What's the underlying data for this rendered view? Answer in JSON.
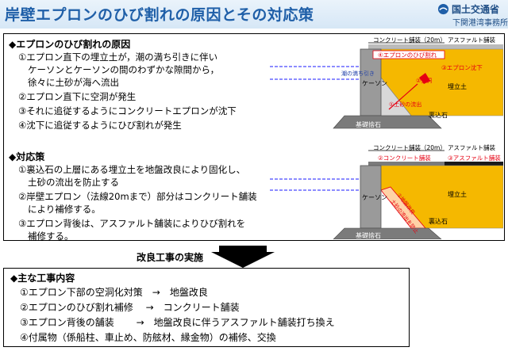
{
  "header": {
    "title": "岸壁エプロンのひび割れの原因とその対応策",
    "ministry": "国土交通省",
    "office": "下関港湾事務所"
  },
  "causes": {
    "heading": "◆エプロンのひび割れの原因",
    "items": [
      "①エプロン直下の埋立土が，潮の満ち引きに伴い",
      "ケーソンとケーソンの間のわずかな隙間から，",
      "徐々に土砂が海へ流出",
      "②エプロン直下に空洞が発生",
      "③それに追従するようにコンクリートエプロンが沈下",
      "④沈下に追従するようにひび割れが発生"
    ]
  },
  "measures": {
    "heading": "◆対応策",
    "items": [
      "①裏込石の上層にある埋立土を地盤改良により固化し、",
      "土砂の流出を防止する",
      "②岸壁エプロン（法線20mまで）部分はコンクリート舗装",
      "により補修する。",
      "③エプロン背後は、アスファルト舗装によりひび割れを",
      "補修する。"
    ]
  },
  "diagram1": {
    "concrete_label": "コンクリート舗装（20m）",
    "asphalt_label": "アスファルト舗装",
    "crack_label": "④エプロンのひび割れ",
    "sink_label": "③エプロン沈下",
    "cavity_label": "②空洞",
    "outflow_label": "①土砂の流出",
    "tide_label": "潮の満ち引き",
    "caisson_label": "ケーソン",
    "fill_label": "埋立土",
    "backfill_label": "裏込石",
    "foundation_label": "基礎捨石"
  },
  "diagram2": {
    "concrete_label": "コンクリート舗装（20m）",
    "asphalt_label": "アスファルト舗装",
    "repair_concrete_label": "②コンクリート舗装",
    "repair_asphalt_label": "③アスファルト舗装",
    "improve_label_1": "①地盤改良",
    "improve_label_2": "土砂の流出を防止",
    "caisson_label": "ケーソン",
    "fill_label": "埋立土",
    "backfill_label": "裏込石",
    "foundation_label": "基礎捨石"
  },
  "transition": {
    "label": "改良工事の実施"
  },
  "works": {
    "heading": "◆主な工事内容",
    "items": [
      "①エプロン下部の空洞化対策　→　地盤改良",
      "②エプロンのひび割れ補修　 →　コンクリート舗装",
      "③エプロン背後の舗装　　  →　地盤改良に伴うアスファルト舗装打ち換え",
      "④付属物（係船柱、車止め、防舷材、縁金物）の補修、交換"
    ]
  },
  "colors": {
    "accent": "#1f5fa8",
    "fill_soil": "#f5b800",
    "alert": "#e60012"
  }
}
